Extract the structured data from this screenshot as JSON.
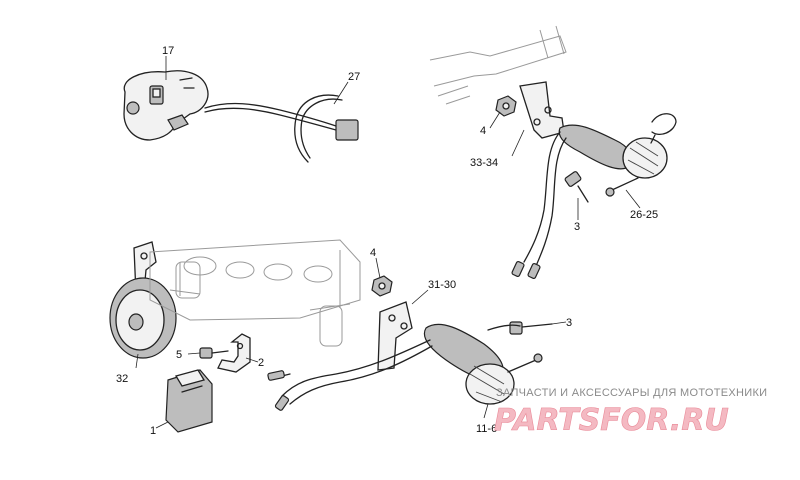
{
  "labels": {
    "p17": "17",
    "p27": "27",
    "p4a": "4",
    "p33_34": "33-34",
    "p3a": "3",
    "p26_25": "26-25",
    "p4b": "4",
    "p31_30": "31-30",
    "p3b": "3",
    "p32": "32",
    "p5": "5",
    "p2": "2",
    "p1": "1",
    "p11_6": "11-6"
  },
  "watermark": {
    "tagline": "ЗАПЧАСТИ И АКСЕССУАРЫ ДЛЯ МОТОТЕХНИКИ",
    "logo": "PARTSFOR.RU"
  },
  "colors": {
    "line": "#222222",
    "frame": "#9a9a9a",
    "watermark": "#e98a98"
  }
}
